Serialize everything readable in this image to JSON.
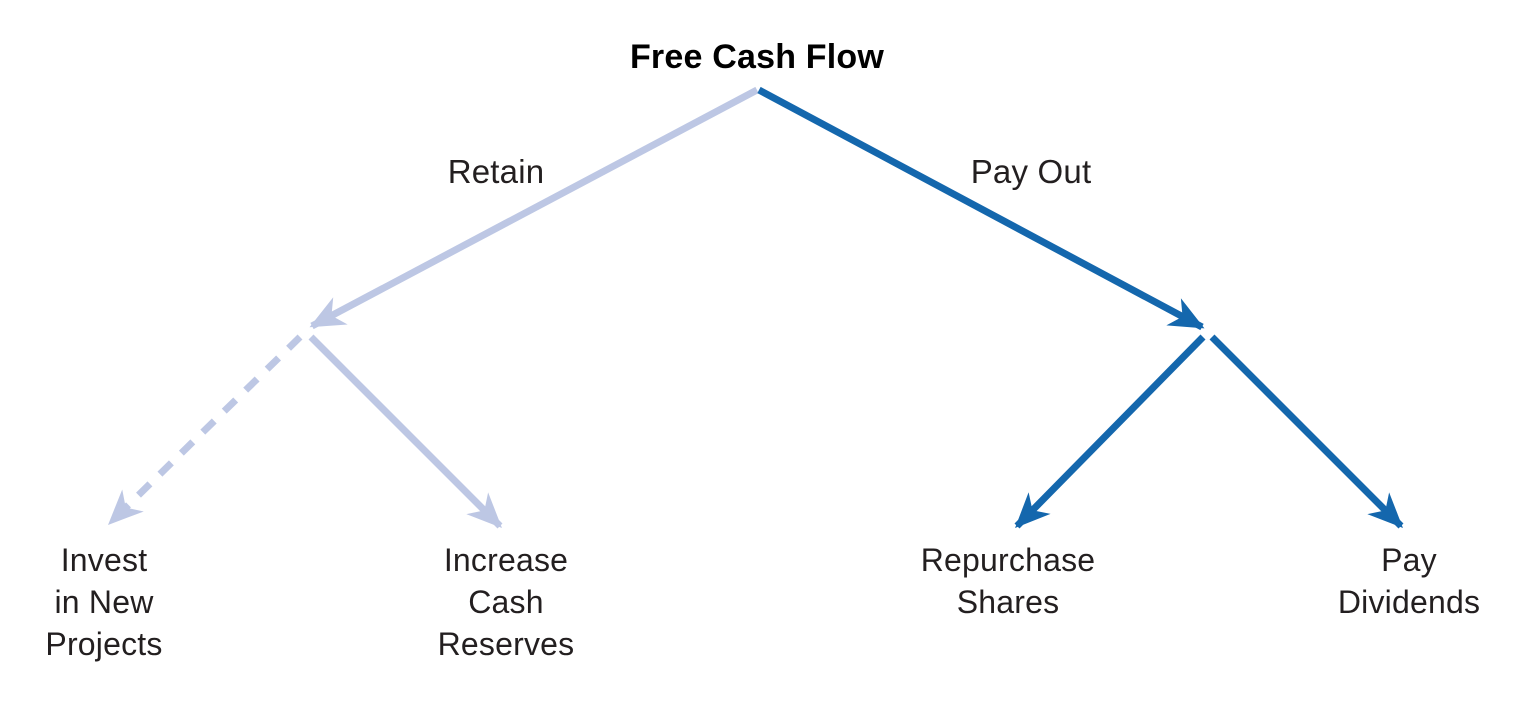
{
  "diagram": {
    "title": "Free Cash Flow",
    "colors": {
      "retain": "#bdc7e4",
      "payout": "#1467ad",
      "text": "#231f20"
    },
    "branches": {
      "retain": {
        "label": "Retain"
      },
      "payout": {
        "label": "Pay Out"
      }
    },
    "leaves": {
      "invest": {
        "lines": [
          "Invest",
          "in New",
          "Projects"
        ]
      },
      "reserves": {
        "lines": [
          "Increase",
          "Cash",
          "Reserves"
        ]
      },
      "repurchase": {
        "lines": [
          "Repurchase",
          "Shares"
        ]
      },
      "dividends": {
        "lines": [
          "Pay",
          "Dividends"
        ]
      }
    }
  }
}
